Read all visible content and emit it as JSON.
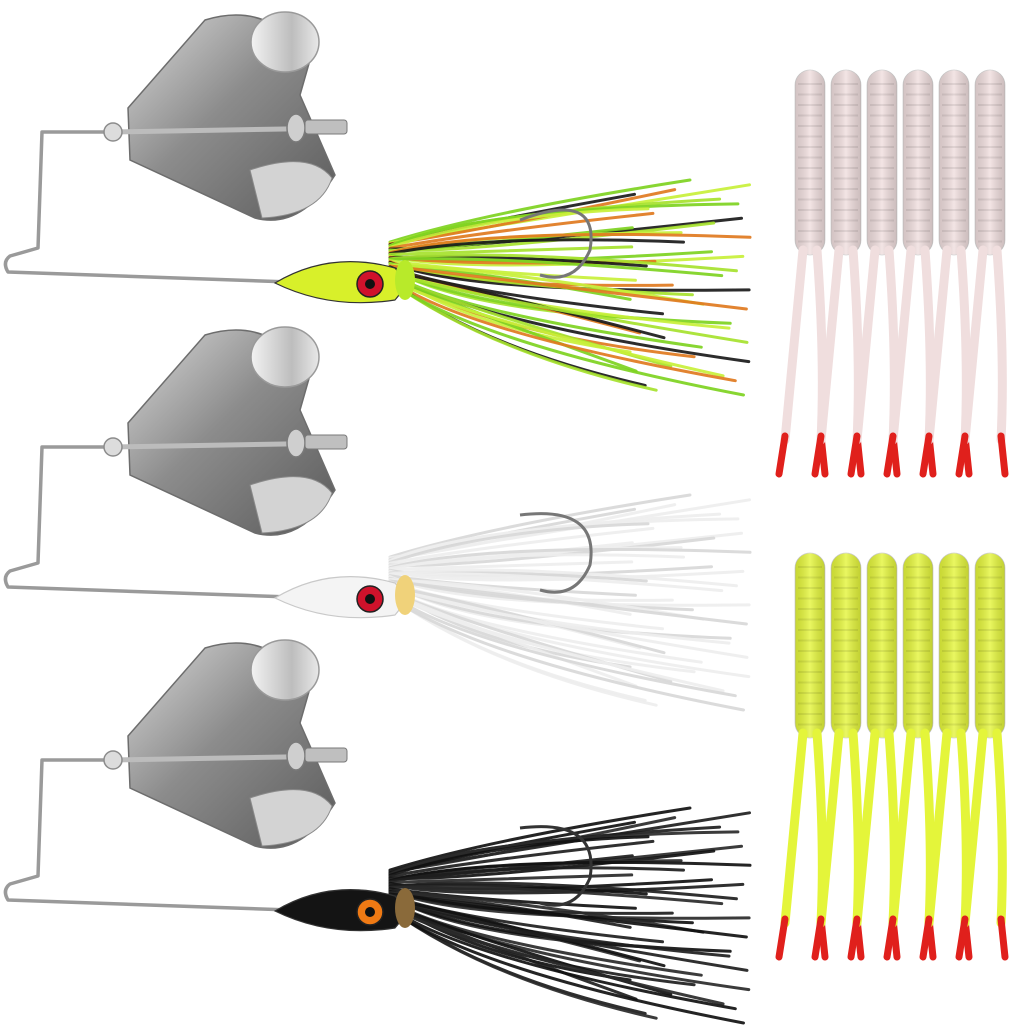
{
  "scene": {
    "background": "#ffffff",
    "lures": [
      {
        "name": "chartreuse-spinnerbait",
        "skirt_colors": [
          "#7ed321",
          "#c8f03a",
          "#e07a1f",
          "#1a1a1a",
          "#a6e22e"
        ],
        "head_color": "#d8f02a",
        "eye_color": "#d0122b"
      },
      {
        "name": "white-spinnerbait",
        "skirt_colors": [
          "#ffffff",
          "#f2f2f2",
          "#e6e6e6"
        ],
        "head_color": "#f4f4f4",
        "eye_color": "#d0122b"
      },
      {
        "name": "black-spinnerbait",
        "skirt_colors": [
          "#111111",
          "#1e1e1e",
          "#2a2a2a"
        ],
        "head_color": "#141414",
        "eye_color": "#f07a14"
      }
    ],
    "grubs": [
      {
        "name": "pearl-grub-set",
        "count": 6,
        "body_color": "#f0dede",
        "tip_color": "#e0201c"
      },
      {
        "name": "chartreuse-grub-set",
        "count": 6,
        "body_color": "#e4f53a",
        "tip_color": "#e0201c"
      }
    ],
    "blade_color": "#8e8e8e",
    "wire_color": "#9a9a9a"
  }
}
